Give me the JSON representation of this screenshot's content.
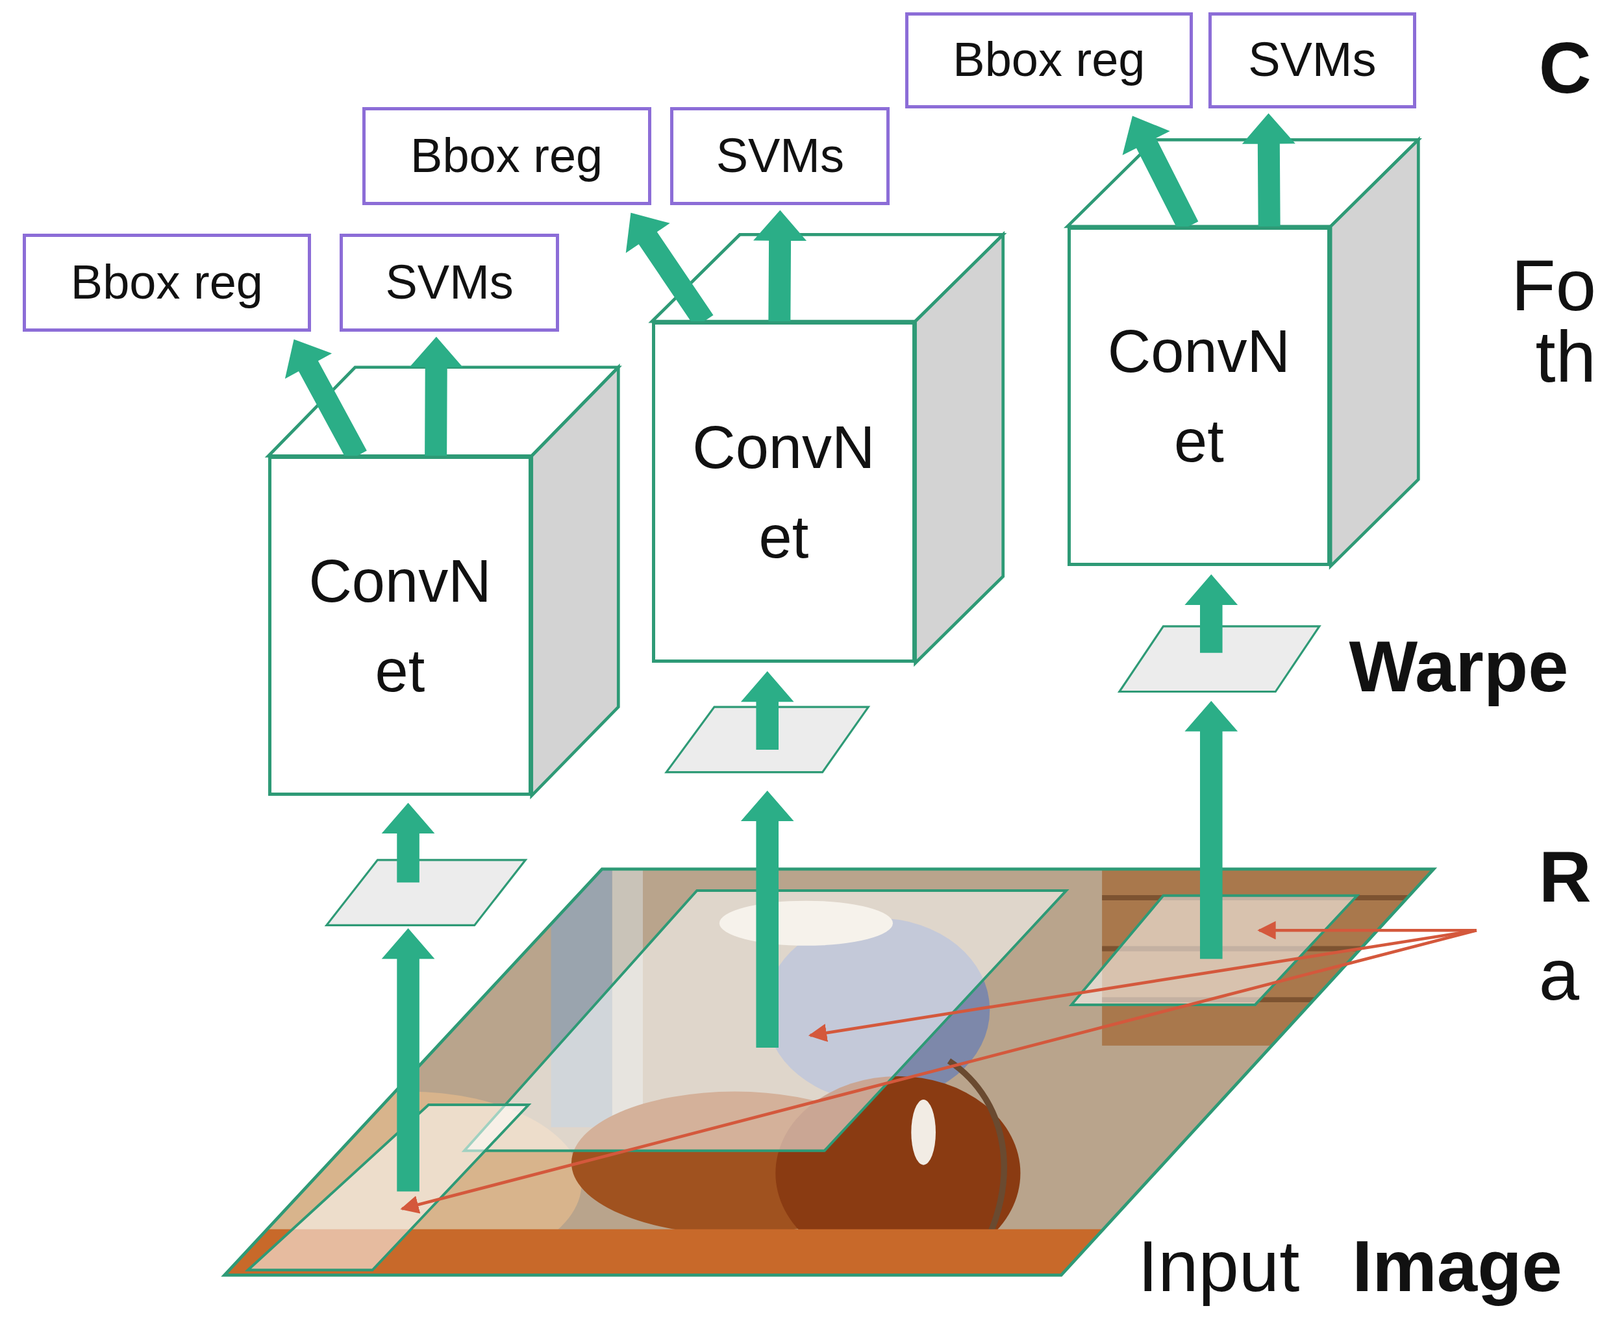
{
  "diagram": {
    "nodes": [
      {
        "text": [
          "Bbox reg"
        ]
      },
      {
        "text": [
          "SVMs"
        ]
      },
      {
        "text": [
          "ConvN et"
        ]
      },
      {
        "text": [
          "Bbox reg"
        ]
      },
      {
        "text": [
          "SVMs"
        ]
      },
      {
        "text": [
          "ConvN et"
        ]
      },
      {
        "text": [
          "Bbox reg"
        ]
      },
      {
        "text": [
          "SVMs"
        ]
      },
      {
        "text": [
          "ConvN et"
        ]
      }
    ],
    "edges": [
      {
        "from": 2,
        "to": 0,
        "arrow": "to"
      },
      {
        "from": 2,
        "to": 1,
        "arrow": "to"
      },
      {
        "from": 5,
        "to": 3,
        "arrow": "to"
      },
      {
        "from": 5,
        "to": 4,
        "arrow": "to"
      },
      {
        "from": 8,
        "to": 6,
        "arrow": "to"
      },
      {
        "from": 8,
        "to": 7,
        "arrow": "to"
      }
    ],
    "labels": [
      "C",
      "Fo",
      "th",
      "Warpe",
      "R",
      "a",
      "Input",
      "Image"
    ]
  }
}
